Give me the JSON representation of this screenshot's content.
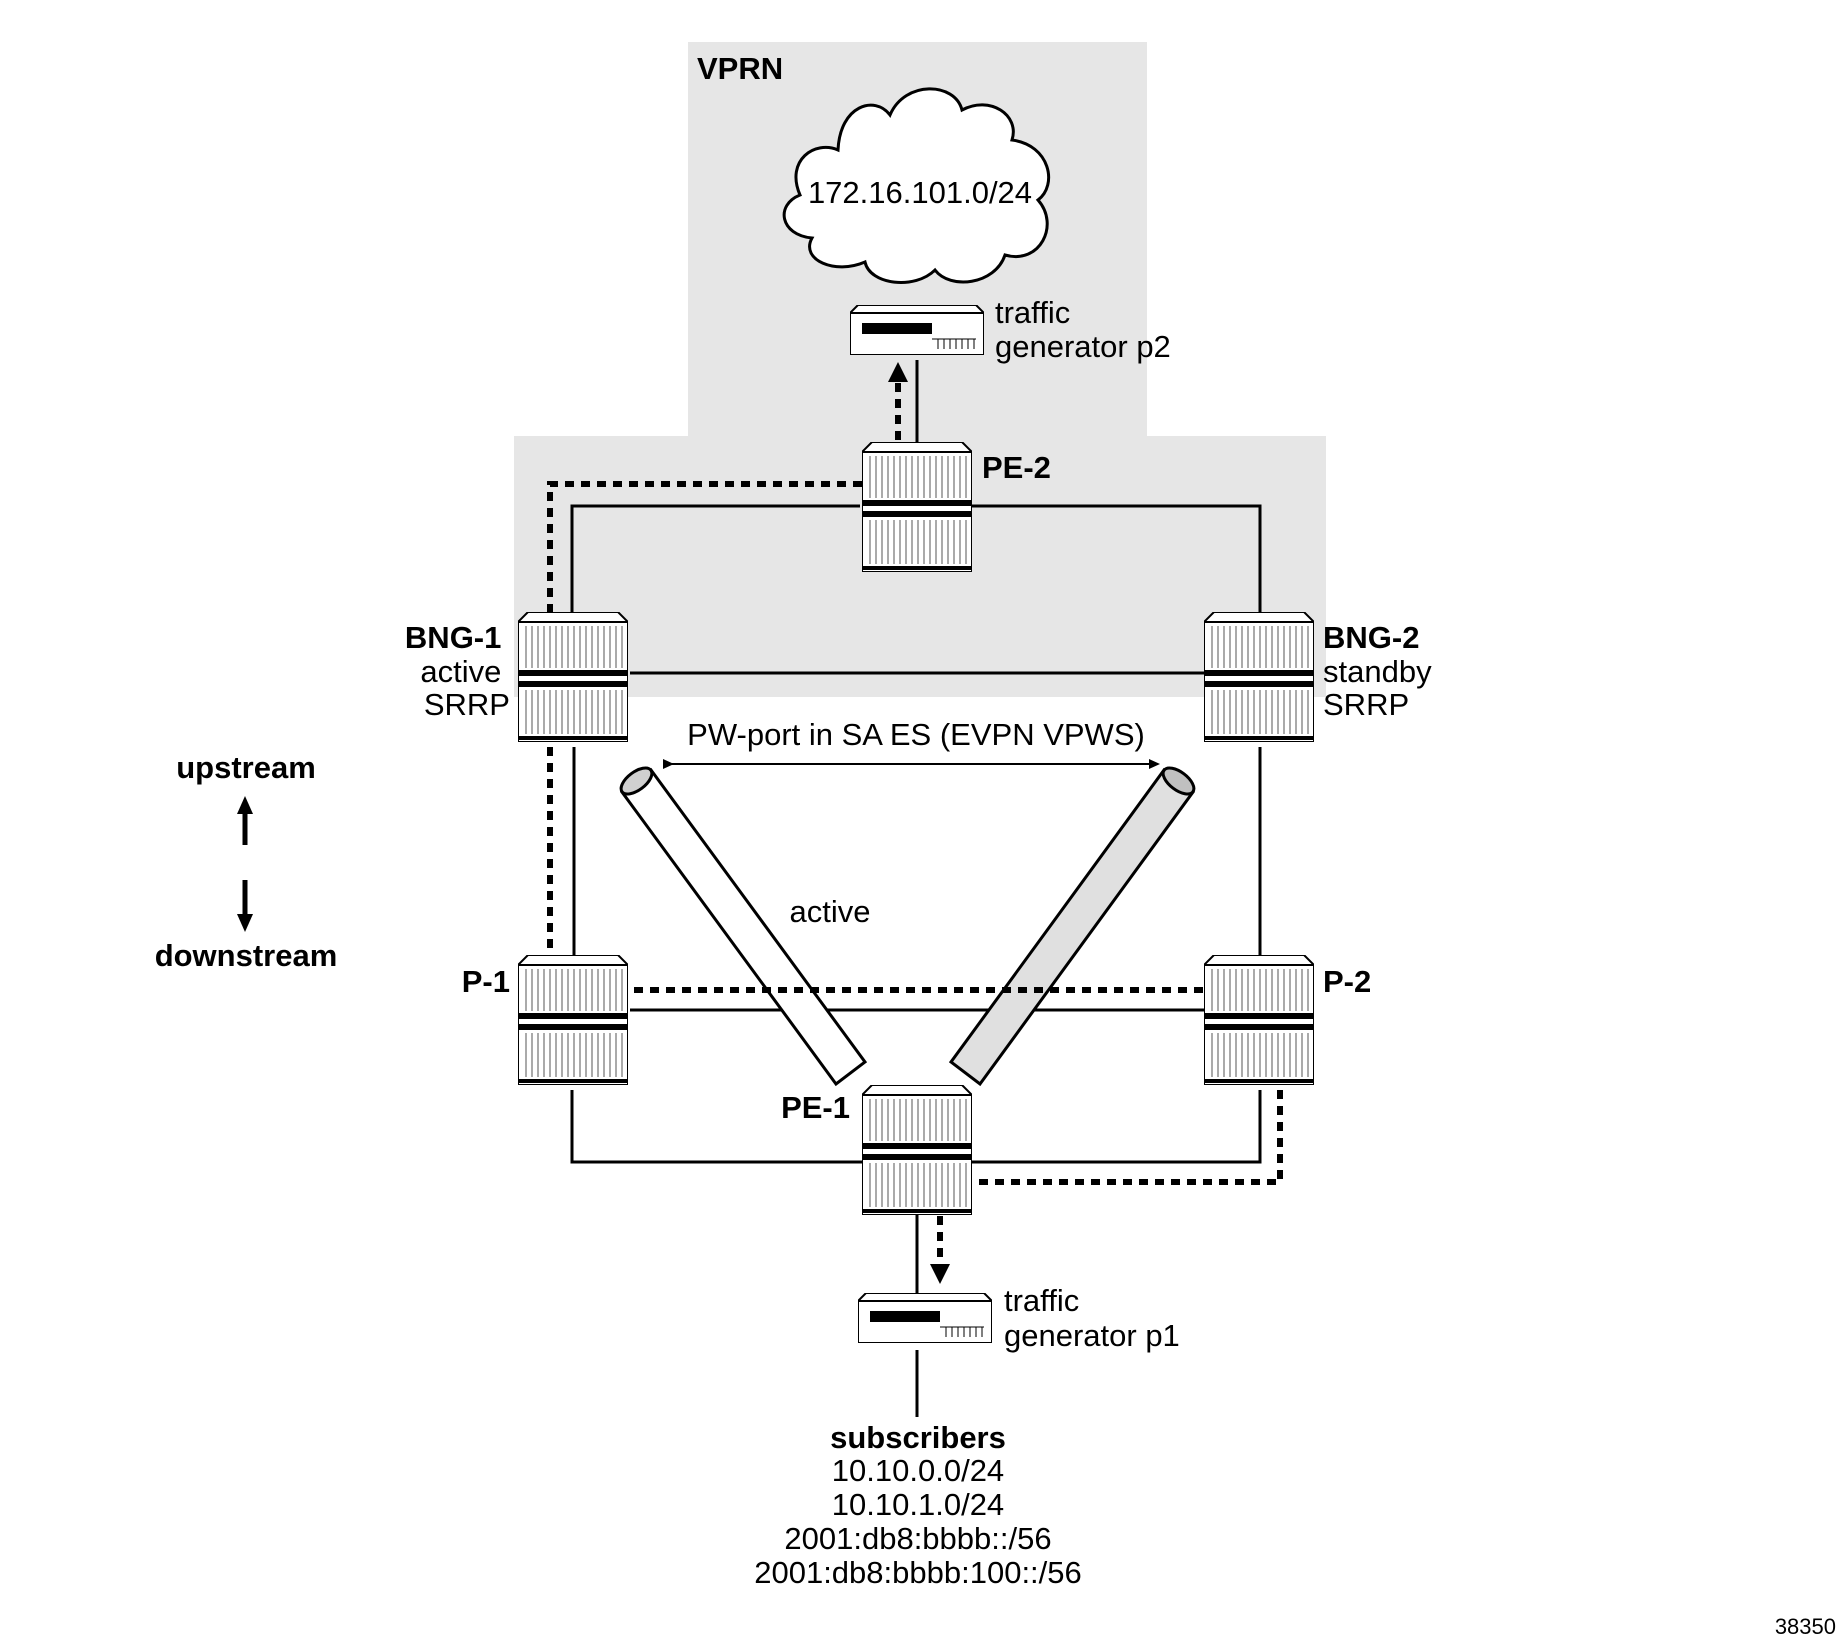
{
  "vprn_label": "VPRN",
  "cloud_label": "172.16.101.0/24",
  "nodes": {
    "pe2": "PE-2",
    "bng1": {
      "name": "BNG-1",
      "state": "active",
      "proto": "SRRP"
    },
    "bng2": {
      "name": "BNG-2",
      "state": "standby",
      "proto": "SRRP"
    },
    "p1": "P-1",
    "p2": "P-2",
    "pe1": "PE-1"
  },
  "traffic_gen_p2": {
    "line1": "traffic",
    "line2": "generator p2"
  },
  "traffic_gen_p1": {
    "line1": "traffic",
    "line2": "generator p1"
  },
  "pw_label": "PW-port in SA ES (EVPN VPWS)",
  "active_tunnel_label": "active",
  "legend": {
    "upstream": "upstream",
    "downstream": "downstream"
  },
  "subscribers": {
    "title": "subscribers",
    "prefixes": [
      "10.10.0.0/24",
      "10.10.1.0/24",
      "2001:db8:bbbb::/56",
      "2001:db8:bbbb:100::/56"
    ]
  },
  "figure_id": "38350",
  "colors": {
    "vprn_area": "#e6e6e6",
    "tunnel_standby": "#e0e0e0",
    "line": "#000000"
  }
}
